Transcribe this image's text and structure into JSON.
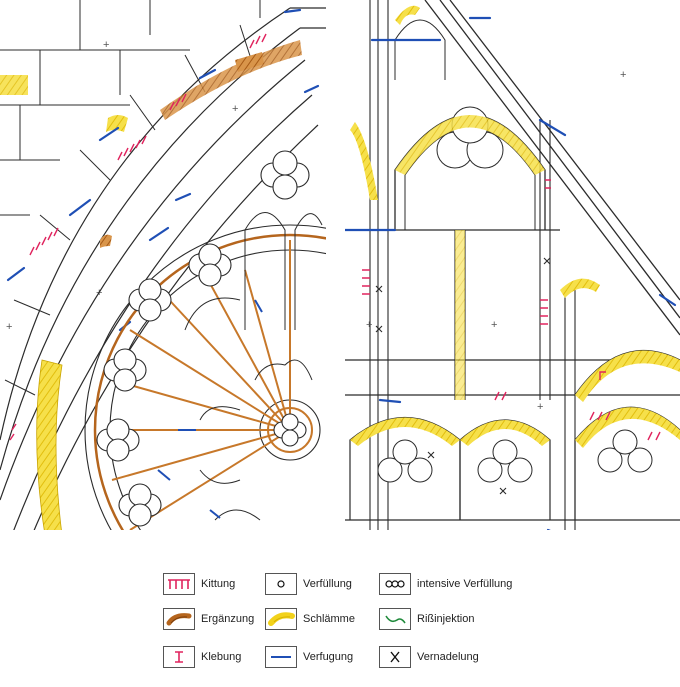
{
  "legend": {
    "items": [
      {
        "key": "kittung",
        "label": "Kittung",
        "icon": "red-ticks-icon",
        "color": "#e0245e"
      },
      {
        "key": "verfuellung",
        "label": "Verfüllung",
        "icon": "small-circle-icon",
        "color": "#111111"
      },
      {
        "key": "intensive",
        "label": "intensive Verfüllung",
        "icon": "triple-circle-icon",
        "color": "#111111"
      },
      {
        "key": "ergaenzung",
        "label": "Ergänzung",
        "icon": "brown-hatch-icon",
        "color": "#b5651d"
      },
      {
        "key": "schlaemme",
        "label": "Schlämme",
        "icon": "yellow-hatch-icon",
        "color": "#f2d21b"
      },
      {
        "key": "rissinjektion",
        "label": "Rißinjektion",
        "icon": "green-curve-icon",
        "color": "#1f8a3b"
      },
      {
        "key": "klebung",
        "label": "Klebung",
        "icon": "red-bracket-icon",
        "color": "#e0245e"
      },
      {
        "key": "verfugung",
        "label": "Verfugung",
        "icon": "blue-line-icon",
        "color": "#1f4fb5"
      },
      {
        "key": "vernadelung",
        "label": "Vernadelung",
        "icon": "x-cross-icon",
        "color": "#111111"
      }
    ]
  },
  "colors": {
    "outline": "#2b2b2b",
    "kittung": "#e0245e",
    "ergaenzung": "#c7782a",
    "schlaemme": "#f2d21b",
    "verfugung": "#1f4fb5"
  }
}
